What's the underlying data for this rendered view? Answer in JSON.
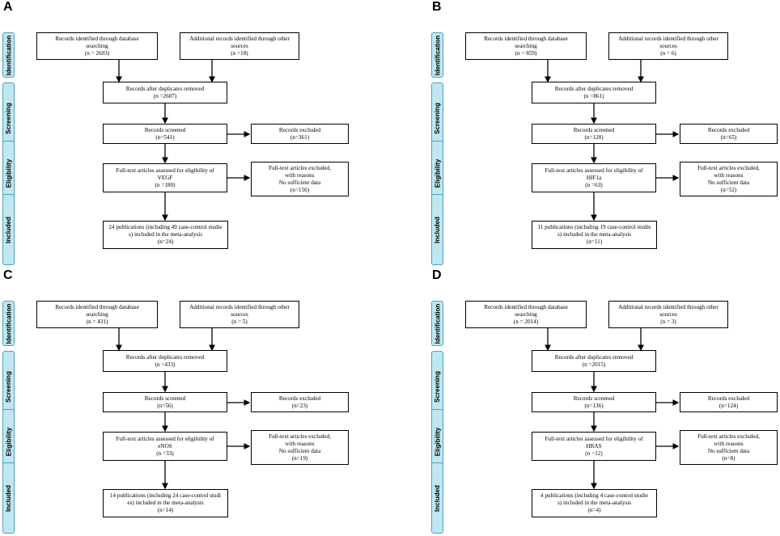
{
  "stages": [
    "Identification",
    "Screening",
    "Eligibility",
    "Included"
  ],
  "panels": [
    {
      "letter": "A",
      "db": [
        "Records identified through database",
        "searching",
        "(n = 2603)"
      ],
      "other": [
        "Additional records identified through other",
        "sources",
        "(n =18)"
      ],
      "dup": [
        "Records after duplicates removed",
        "(n =2607)"
      ],
      "screened": [
        "Records screened",
        "(n=541)"
      ],
      "excluded": [
        "Records excluded",
        "(n=361)"
      ],
      "fulltext": [
        "Full-text articles assessed for eligibility of",
        "VEGF",
        "(n =180)"
      ],
      "fulltext_excl": [
        "Full-text articles excluded,",
        "with reasons",
        "No sufficient data",
        "(n=156)"
      ],
      "included": [
        "24 publications (including 49 case-control studie",
        "s) included in the meta-analysis",
        "(n=24)"
      ]
    },
    {
      "letter": "B",
      "db": [
        "Records identified through database",
        "searching",
        "(n = 859)"
      ],
      "other": [
        "Additional records identified through other",
        "sources",
        "(n = 6)"
      ],
      "dup": [
        "Records after duplicates removed",
        "(n =861)"
      ],
      "screened": [
        "Records screened",
        "(n=128)"
      ],
      "excluded": [
        "Records excluded",
        "(n=65)"
      ],
      "fulltext": [
        "Full-text articles assessed for eligibility of",
        "HIF1a",
        "(n =63)"
      ],
      "fulltext_excl": [
        "Full-text articles excluded,",
        "with reasons",
        "No sufficient data",
        "(n=52)"
      ],
      "included": [
        "11 publications (including 19 case-control studie",
        "s) included in the meta-analysis",
        "(n=11)"
      ]
    },
    {
      "letter": "C",
      "db": [
        "Records identified through database",
        "searching",
        "(n = 431)"
      ],
      "other": [
        "Additional records identified through other",
        "sources",
        "(n = 5)"
      ],
      "dup": [
        "Records after duplicates removed",
        "(n =433)"
      ],
      "screened": [
        "Records screened",
        "(n=56)"
      ],
      "excluded": [
        "Records excluded",
        "(n=23)"
      ],
      "fulltext": [
        "Full-text articles assessed for eligibility of",
        "eNOS",
        "(n =33)"
      ],
      "fulltext_excl": [
        "Full-text articles excluded,",
        "with reasons",
        "No sufficient data",
        "(n=19)"
      ],
      "included": [
        "14 publications (including  24 case-control studi",
        "es) included in the meta-analysis",
        "(n=14)"
      ]
    },
    {
      "letter": "D",
      "db": [
        "Records identified through database",
        "searching",
        "(n = 2014)"
      ],
      "other": [
        "Additional records identified through other",
        "sources",
        "(n = 3)"
      ],
      "dup": [
        "Records after duplicates removed",
        "(n =2015)"
      ],
      "screened": [
        "Records screened",
        "(n=136)"
      ],
      "excluded": [
        "Records excluded",
        "(n=124)"
      ],
      "fulltext": [
        "Full-text articles assessed for eligibility of",
        "HRAS",
        "(n =12)"
      ],
      "fulltext_excl": [
        "Full-text articles excluded,",
        "with reasons",
        "No sufficient data",
        "(n=8)"
      ],
      "included": [
        "4 publications (including  4 case-control studie",
        "s) included in the meta-analysis",
        "(n=4)"
      ]
    }
  ]
}
